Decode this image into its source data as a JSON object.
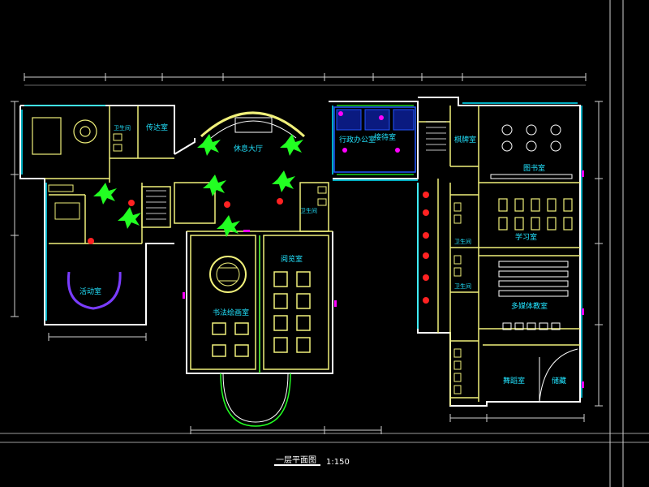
{
  "drawing": {
    "title": "一层平面图",
    "scale": "1:150"
  },
  "rooms": [
    {
      "key": "activity-room",
      "label": "活动室"
    },
    {
      "key": "upper-left-room",
      "label": "传达室"
    },
    {
      "key": "lobby",
      "label": "休息大厅"
    },
    {
      "key": "office",
      "label": "行政办公室"
    },
    {
      "key": "reading-room",
      "label": "阅览室"
    },
    {
      "key": "reception",
      "label": "接待室"
    },
    {
      "key": "library",
      "label": "图书室"
    },
    {
      "key": "study-room",
      "label": "学习室"
    },
    {
      "key": "multimedia-room",
      "label": "多媒体教室"
    },
    {
      "key": "dance-room",
      "label": "舞蹈室"
    },
    {
      "key": "calligraphy-room",
      "label": "书法绘画室"
    },
    {
      "key": "chess-room",
      "label": "棋牌室"
    },
    {
      "key": "toilet-1",
      "label": "卫生间"
    },
    {
      "key": "toilet-2",
      "label": "卫生间"
    },
    {
      "key": "toilet-3",
      "label": "卫生间"
    },
    {
      "key": "toilet-4",
      "label": "卫生间"
    },
    {
      "key": "storage",
      "label": "储藏"
    }
  ],
  "colors": {
    "background": "#000000",
    "wall": "#f0f07a",
    "outline": "#ffffff",
    "glass": "#00e5ff",
    "dimension": "#cfcfcf",
    "tree": "#22ff22",
    "flower": "#ff2222",
    "furniture": "#f0f07a",
    "seating": "#7a3cff",
    "accent": "#ff00ff",
    "partition": "#22ff22",
    "label": "#22e4ff"
  }
}
